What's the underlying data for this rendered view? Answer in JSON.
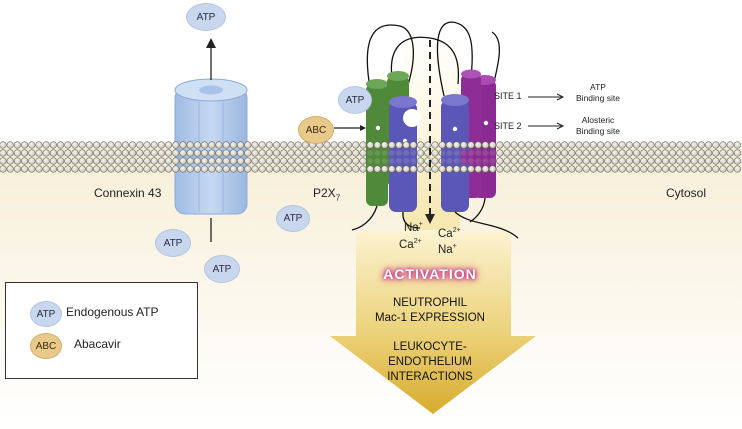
{
  "labels": {
    "connexin": "Connexin 43",
    "p2x7": "P2X",
    "p2x7_sub": "7",
    "cytosol": "Cytosol",
    "site1": "SITE 1",
    "site1_desc_line1": "ATP",
    "site1_desc_line2": "Binding site",
    "site2": "SITE 2",
    "site2_desc_line1": "Alosteric",
    "site2_desc_line2": "Binding site",
    "ion_na": "Na",
    "ion_na_sup": "+",
    "ion_ca": "Ca",
    "ion_ca_sup": "2+"
  },
  "molecules": {
    "atp": "ATP",
    "abc": "ABC"
  },
  "outcome": {
    "activation": "ACTIVATION",
    "line1": "NEUTROPHIL",
    "line2": "Mac-1 EXPRESSION",
    "line3": "LEUKOCYTE-",
    "line4": "ENDOTHELIUM",
    "line5": "INTERACTIONS"
  },
  "legend": {
    "atp_label": "Endogenous ATP",
    "abc_label": "Abacavir"
  },
  "colors": {
    "atp": "#c9d7ee",
    "abc": "#e9c98a",
    "connexin": "#a9c3e8",
    "helix_green": "#4e8a3a",
    "helix_blue": "#5a57b8",
    "helix_purple": "#8a2a92",
    "arrow_gold": "#e2c14a",
    "activation_glow": "#c0267d"
  }
}
